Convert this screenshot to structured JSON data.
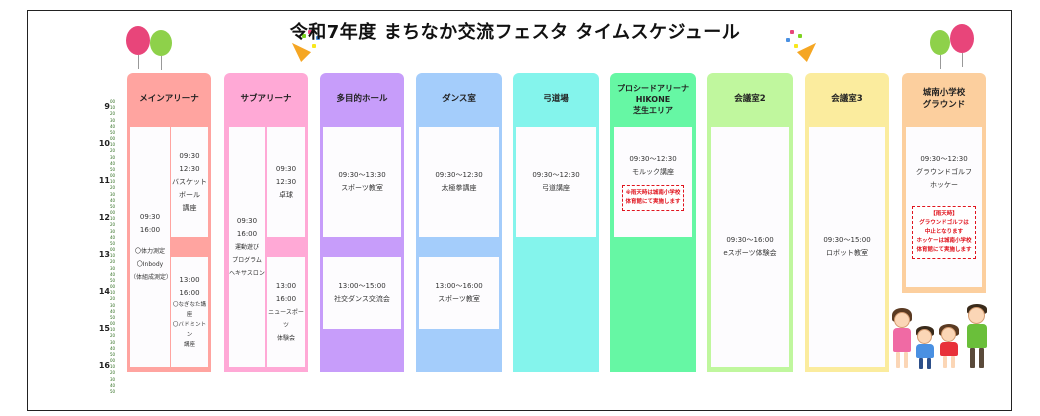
{
  "title": "令和7年度 まちなか交流フェスタ タイムスケジュール",
  "hours": [
    "9",
    "10",
    "11",
    "12",
    "13",
    "14",
    "15",
    "16"
  ],
  "minute_ticks": [
    "10",
    "20",
    "30",
    "40",
    "50"
  ],
  "tick_zero": "00",
  "colors": {
    "main_arena": "#ffa4a0",
    "sub_arena": "#ffa9d6",
    "multipurpose": "#c79dfa",
    "dance": "#a4cdfb",
    "archery": "#84f4ec",
    "pro_arena": "#66f7a4",
    "room2": "#c0f79e",
    "room3": "#fbec9e",
    "school": "#fccf9e",
    "note_red": "#e0141e"
  },
  "columns": {
    "main_arena": {
      "name": "メインアリーナ",
      "box1": {
        "start": "09:30",
        "end": "16:00",
        "item1": "〇体力測定",
        "item2": "〇Inbody",
        "item3": "（体組成測定）"
      },
      "box2": {
        "start": "09:30",
        "end": "12:30",
        "l1": "バスケット",
        "l2": "ボール",
        "l3": "講座"
      },
      "box3": {
        "start": "13:00",
        "end": "16:00",
        "l1": "〇なぎなた講座",
        "l2": "〇バドミントン",
        "l3": "講座"
      }
    },
    "sub_arena": {
      "name": "サブアリーナ",
      "box1": {
        "start": "09:30",
        "end": "16:00",
        "l1": "運動遊び",
        "l2": "プログラム",
        "l3": "ヘキサスロン"
      },
      "box2": {
        "start": "09:30",
        "end": "12:30",
        "l1": "卓球"
      },
      "box3": {
        "start": "13:00",
        "end": "16:00",
        "l1": "ニュースポーツ",
        "l2": "体験会"
      }
    },
    "multipurpose": {
      "name": "多目的ホール",
      "box1": {
        "time": "09:30～13:30",
        "label": "スポーツ教室"
      },
      "box2": {
        "time": "13:00～15:00",
        "label": "社交ダンス交流会"
      }
    },
    "dance": {
      "name": "ダンス室",
      "box1": {
        "time": "09:30～12:30",
        "label": "太極拳講座"
      },
      "box2": {
        "time": "13:00～16:00",
        "label": "スポーツ教室"
      }
    },
    "archery": {
      "name": "弓道場",
      "box1": {
        "time": "09:30～12:30",
        "label": "弓道講座"
      }
    },
    "pro_arena": {
      "name": "プロシードアリーナ\nHIKONE\n芝生エリア",
      "box1": {
        "time": "09:30～12:30",
        "label": "モルック講座"
      },
      "note": "※雨天時は城南小学校\n体育館にて実施します"
    },
    "room2": {
      "name": "会議室2",
      "box1": {
        "time": "09:30～16:00",
        "label": "eスポーツ体験会"
      }
    },
    "room3": {
      "name": "会議室3",
      "box1": {
        "time": "09:30～15:00",
        "label": "ロボット教室"
      }
    },
    "school": {
      "name": "城南小学校\nグラウンド",
      "box1": {
        "time": "09:30～12:30",
        "label1": "グラウンドゴルフ",
        "label2": "ホッケー"
      },
      "note": "【雨天時】\nグラウンドゴルフは\n中止となります\nホッケーは城南小学校\n体育館にて実施します"
    }
  }
}
